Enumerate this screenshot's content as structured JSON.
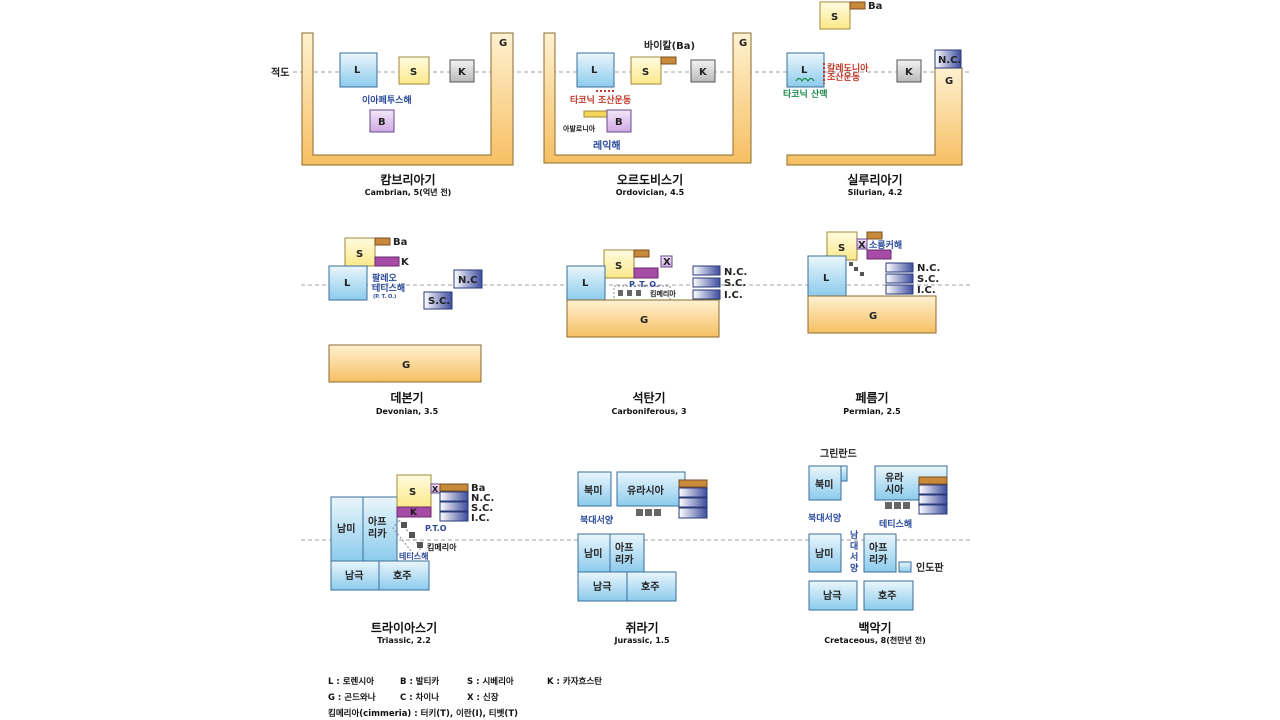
{
  "equator_label": "적도",
  "continents": {
    "L": "L",
    "S": "S",
    "K": "K",
    "B": "B",
    "G": "G",
    "Ba": "Ba",
    "X": "X",
    "NC": "N.C.",
    "SC": "S.C.",
    "IC": "I.C.",
    "NC2": "N.C"
  },
  "panels": [
    {
      "title": "캄브리아기",
      "subtitle": "Cambrian, 5(억년 전)",
      "labels": [
        "이아페투스해"
      ]
    },
    {
      "title": "오르도비스기",
      "subtitle": "Ordovician, 4.5",
      "labels": [
        "바이칼(Ba)",
        "타코닉 조산운동",
        "아발로니아",
        "레익해"
      ]
    },
    {
      "title": "실루리아기",
      "subtitle": "Silurian, 4.2",
      "labels": [
        "칼레도니아",
        "조산운동",
        "타코닉 산맥"
      ]
    },
    {
      "title": "데본기",
      "subtitle": "Devonian, 3.5",
      "labels": [
        "팔레오",
        "테티스해",
        "(P. T. O.)"
      ]
    },
    {
      "title": "석탄기",
      "subtitle": "Carboniferous, 3",
      "labels": [
        "P. T. O.",
        "킴메리아"
      ]
    },
    {
      "title": "페름기",
      "subtitle": "Permian, 2.5",
      "labels": [
        "소룡커해"
      ]
    },
    {
      "title": "트라이아스기",
      "subtitle": "Triassic, 2.2",
      "labels": [
        "남미",
        "아프",
        "리카",
        "남극",
        "호주",
        "P.T.O",
        "킴메리아",
        "테티스해"
      ]
    },
    {
      "title": "쥐라기",
      "subtitle": "Jurassic, 1.5",
      "labels": [
        "북미",
        "유라시아",
        "북대서양",
        "남미",
        "아프",
        "리카",
        "남극",
        "호주"
      ]
    },
    {
      "title": "백악기",
      "subtitle": "Cretaceous, 8(천만년 전)",
      "labels": [
        "그린란드",
        "북미",
        "유라",
        "시아",
        "테티스해",
        "북대서양",
        "남",
        "대",
        "서",
        "양",
        "남미",
        "아프",
        "리카",
        "인도판",
        "남극",
        "호주"
      ]
    }
  ],
  "legend": {
    "row1": [
      "L : 로렌시아",
      "B : 발티카",
      "S : 시베리아",
      "K : 카자흐스탄"
    ],
    "row2": [
      "G : 곤드와나",
      "C : 차이나",
      "X : 신장"
    ],
    "row3": "킴메리아(cimmeria) : 터키(T), 이란(I), 티벳(T)"
  },
  "colors": {
    "laurentia": "#a8d8f0",
    "siberia": "#fff3a6",
    "gondwana": "#f7c873",
    "kazakh": "#c8c8c8",
    "baltica": "#d9b8e8",
    "baikal": "#c88a3a",
    "xinjiang": "#c9a0d8",
    "china": "#4a5aa8",
    "equator": "#9a9a9a"
  }
}
